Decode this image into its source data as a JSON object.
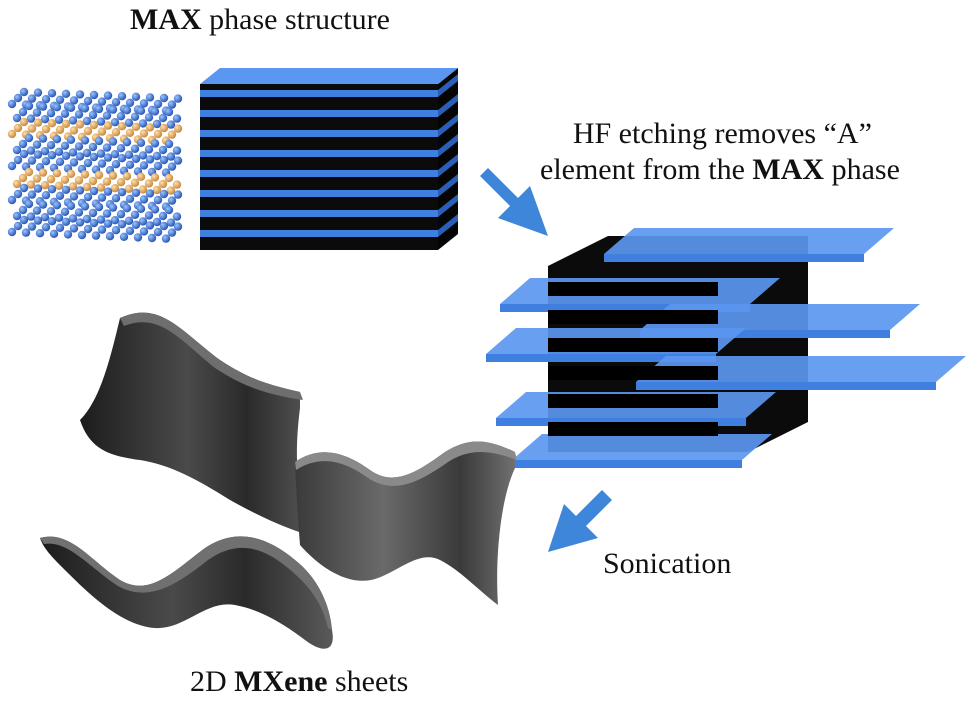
{
  "labels": {
    "max_phase": {
      "bold": "MAX",
      "rest": " phase structure"
    },
    "hf_etching": {
      "line1": "HF etching removes “A”",
      "line2_prefix": "element from the ",
      "line2_bold": "MAX",
      "line2_suffix": " phase"
    },
    "sonication": "Sonication",
    "mxene": {
      "prefix": "2D ",
      "bold": "MXene",
      "suffix": " sheets"
    }
  },
  "colors": {
    "layer_blue": "#3f7fe0",
    "layer_blue_top": "#5b97f0",
    "layer_black": "#0b0b0b",
    "arrow_blue": "#3e86da",
    "sheet_dark": "#2a2a2a",
    "atom_blue": "#2b63c8",
    "atom_orange": "#d7a05a"
  },
  "icons": [
    "arrow-down-right-icon",
    "arrow-down-left-icon"
  ]
}
